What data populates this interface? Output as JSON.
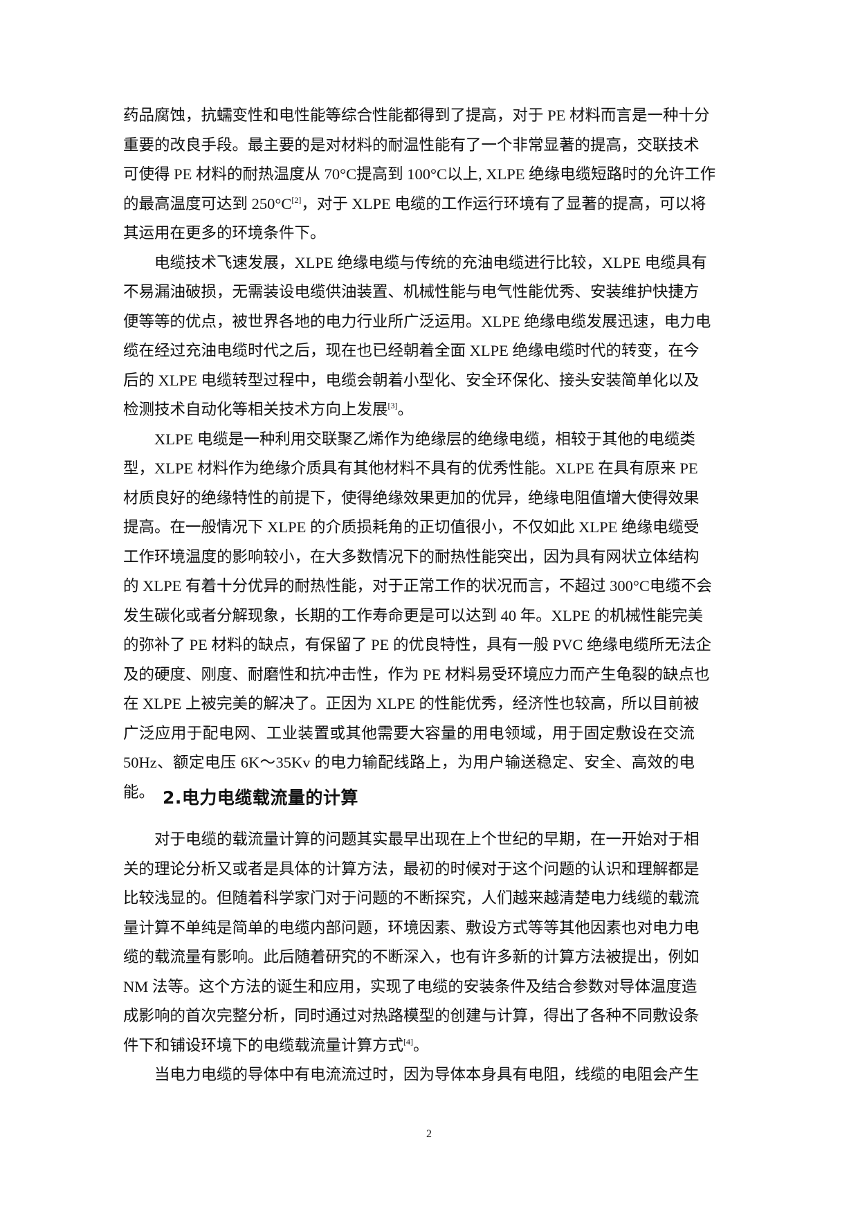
{
  "paragraphs_section1": [
    {
      "id": "p1-continued",
      "lines": [
        "药品腐蚀，抗蠕变性和电性能等综合性能都得到了提高，对于 PE 材料而言是一种十分",
        "重要的改良手段。最主要的是对材料的耐温性能有了一个非常显著的提高，交联技术",
        "可使得 PE 材料的耐热温度从 70°C提高到 100°C以上, XLPE 绝缘电缆短路时的允许工作",
        {
          "text": "的最高温度可达到 250°C",
          "sup": "[2]",
          "after": "，对于 XLPE 电缆的工作运行环境有了显著的提高，可以将"
        },
        "其运用在更多的环境条件下。"
      ]
    },
    {
      "id": "p2",
      "lines": [
        "电缆技术飞速发展，XLPE 绝缘电缆与传统的充油电缆进行比较，XLPE 电缆具有",
        "不易漏油破损，无需装设电缆供油装置、机械性能与电气性能优秀、安装维护快捷方",
        "便等等的优点，被世界各地的电力行业所广泛运用。XLPE 绝缘电缆发展迅速，电力电",
        "缆在经过充油电缆时代之后，现在也已经朝着全面 XLPE 绝缘电缆时代的转变，在今",
        "后的 XLPE 电缆转型过程中，电缆会朝着小型化、安全环保化、接头安装简单化以及",
        {
          "text": "检测技术自动化等相关技术方向上发展",
          "sup": "[3]",
          "after": "。"
        }
      ]
    },
    {
      "id": "p3",
      "lines": [
        "XLPE 电缆是一种利用交联聚乙烯作为绝缘层的绝缘电缆，相较于其他的电缆类",
        "型，XLPE 材料作为绝缘介质具有其他材料不具有的优秀性能。XLPE 在具有原来 PE",
        "材质良好的绝缘特性的前提下，使得绝缘效果更加的优异，绝缘电阻值增大使得效果",
        "提高。在一般情况下 XLPE 的介质损耗角的正切值很小，不仅如此 XLPE 绝缘电缆受",
        "工作环境温度的影响较小，在大多数情况下的耐热性能突出，因为具有网状立体结构",
        "的 XLPE 有着十分优异的耐热性能，对于正常工作的状况而言，不超过 300°C电缆不会",
        "发生碳化或者分解现象，长期的工作寿命更是可以达到 40 年。XLPE 的机械性能完美",
        "的弥补了 PE 材料的缺点，有保留了 PE 的优良特性，具有一般 PVC 绝缘电缆所无法企",
        "及的硬度、刚度、耐磨性和抗冲击性，作为 PE 材料易受环境应力而产生龟裂的缺点也",
        "在 XLPE 上被完美的解决了。正因为 XLPE 的性能优秀，经济性也较高，所以目前被",
        "广泛应用于配电网、工业装置或其他需要大容量的用电领域，用于固定敷设在交流",
        "50Hz、额定电压 6K～35Kv 的电力输配线路上，为用户输送稳定、安全、高效的电",
        "能。"
      ]
    }
  ],
  "section_heading": "2.电力电缆载流量的计算",
  "paragraphs_section2": [
    {
      "id": "p4",
      "lines": [
        "对于电缆的载流量计算的问题其实最早出现在上个世纪的早期，在一开始对于相",
        "关的理论分析又或者是具体的计算方法，最初的时候对于这个问题的认识和理解都是",
        "比较浅显的。但随着科学家门对于问题的不断探究，人们越来越清楚电力线缆的载流",
        "量计算不单纯是简单的电缆内部问题，环境因素、敷设方式等等其他因素也对电力电",
        "缆的载流量有影响。此后随着研究的不断深入，也有许多新的计算方法被提出，例如",
        "NM 法等。这个方法的诞生和应用，实现了电缆的安装条件及结合参数对导体温度造",
        "成影响的首次完整分析，同时通过对热路模型的创建与计算，得出了各种不同敷设条",
        {
          "text": "件下和铺设环境下的电缆载流量计算方式",
          "sup": "[4]",
          "after": "。"
        }
      ]
    },
    {
      "id": "p5",
      "lines": [
        "当电力电缆的导体中有电流流过时，因为导体本身具有电阻，线缆的电阻会产生"
      ]
    }
  ],
  "page_number": "2"
}
